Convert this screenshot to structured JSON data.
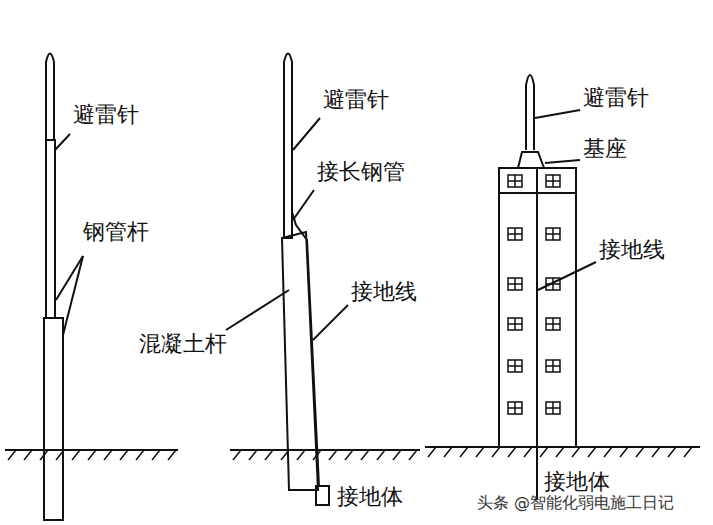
{
  "diagram": {
    "labels": [
      "避雷针",
      "钢管杆",
      "避雷针",
      "接长钢管",
      "混凝土杆",
      "接地线",
      "接地体",
      "避雷针",
      "基座",
      "接地线",
      "接地体",
      "头条 @智能化弱电施工日记"
    ]
  }
}
